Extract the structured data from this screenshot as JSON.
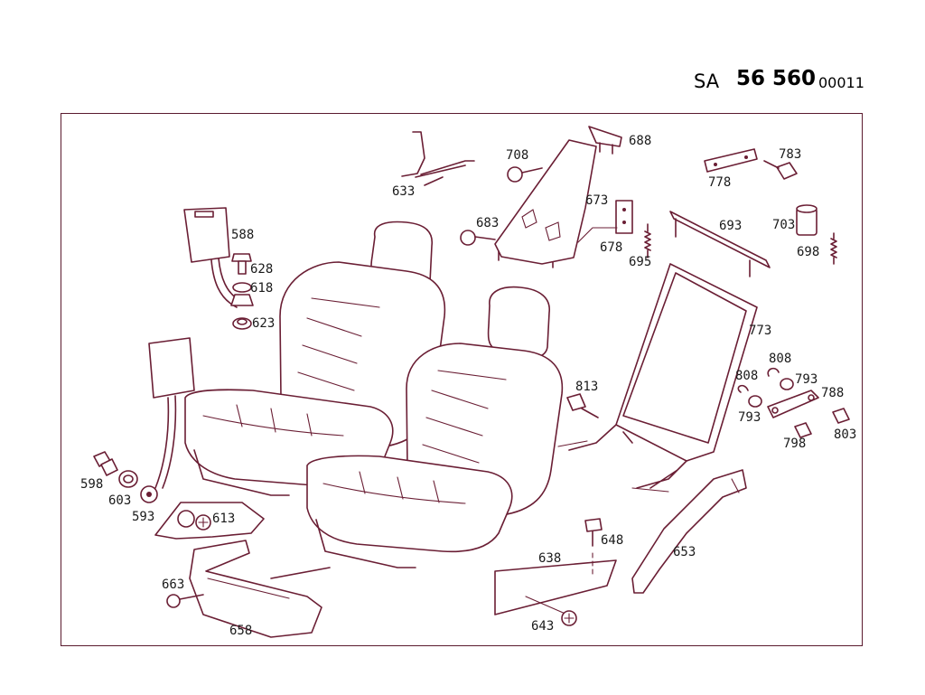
{
  "header": {
    "prefix": "SA",
    "number": "56 560",
    "suffix": "00011"
  },
  "parts": [
    {
      "id": "p588",
      "label": "588"
    },
    {
      "id": "p628",
      "label": "628"
    },
    {
      "id": "p618",
      "label": "618"
    },
    {
      "id": "p623",
      "label": "623"
    },
    {
      "id": "p633",
      "label": "633"
    },
    {
      "id": "p708",
      "label": "708"
    },
    {
      "id": "p688",
      "label": "688"
    },
    {
      "id": "p673",
      "label": "673"
    },
    {
      "id": "p683",
      "label": "683"
    },
    {
      "id": "p678",
      "label": "678"
    },
    {
      "id": "p695",
      "label": "695"
    },
    {
      "id": "p783",
      "label": "783"
    },
    {
      "id": "p778",
      "label": "778"
    },
    {
      "id": "p693",
      "label": "693"
    },
    {
      "id": "p703",
      "label": "703"
    },
    {
      "id": "p698",
      "label": "698"
    },
    {
      "id": "p773",
      "label": "773"
    },
    {
      "id": "p808a",
      "label": "808"
    },
    {
      "id": "p808b",
      "label": "808"
    },
    {
      "id": "p793a",
      "label": "793"
    },
    {
      "id": "p793b",
      "label": "793"
    },
    {
      "id": "p788",
      "label": "788"
    },
    {
      "id": "p813",
      "label": "813"
    },
    {
      "id": "p798",
      "label": "798"
    },
    {
      "id": "p803",
      "label": "803"
    },
    {
      "id": "p598",
      "label": "598"
    },
    {
      "id": "p603",
      "label": "603"
    },
    {
      "id": "p593",
      "label": "593"
    },
    {
      "id": "p613",
      "label": "613"
    },
    {
      "id": "p663",
      "label": "663"
    },
    {
      "id": "p658",
      "label": "658"
    },
    {
      "id": "p638",
      "label": "638"
    },
    {
      "id": "p648",
      "label": "648"
    },
    {
      "id": "p643",
      "label": "643"
    },
    {
      "id": "p653",
      "label": "653"
    }
  ]
}
